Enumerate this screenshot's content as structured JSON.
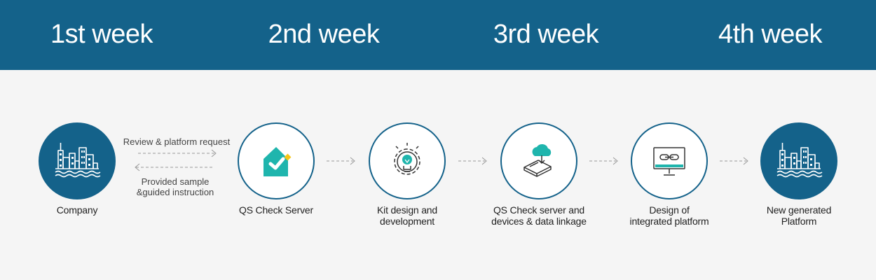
{
  "header": {
    "weeks": [
      "1st week",
      "2nd week",
      "3rd week",
      "4th week"
    ]
  },
  "colors": {
    "brand": "#14628a",
    "accent_teal": "#1fb5ad",
    "accent_yellow": "#f5c518",
    "background": "#f5f5f5"
  },
  "flow": {
    "nodes": [
      {
        "icon": "city-icon",
        "caption": [
          "Company"
        ]
      },
      {
        "icon": "qs-check-logo-icon",
        "caption": [
          "QS Check Server"
        ]
      },
      {
        "icon": "lightbulb-gear-icon",
        "caption": [
          "Kit design and",
          "development"
        ]
      },
      {
        "icon": "cloud-device-icon",
        "caption": [
          "QS Check server and",
          "devices & data linkage"
        ]
      },
      {
        "icon": "monitor-link-icon",
        "caption": [
          "Design of",
          "integrated platform"
        ]
      },
      {
        "icon": "city-icon",
        "caption": [
          "New generated",
          "Platform"
        ]
      }
    ],
    "exchange": {
      "request": "Review & platform request",
      "response": [
        "Provided sample",
        "&guided instruction"
      ]
    }
  }
}
